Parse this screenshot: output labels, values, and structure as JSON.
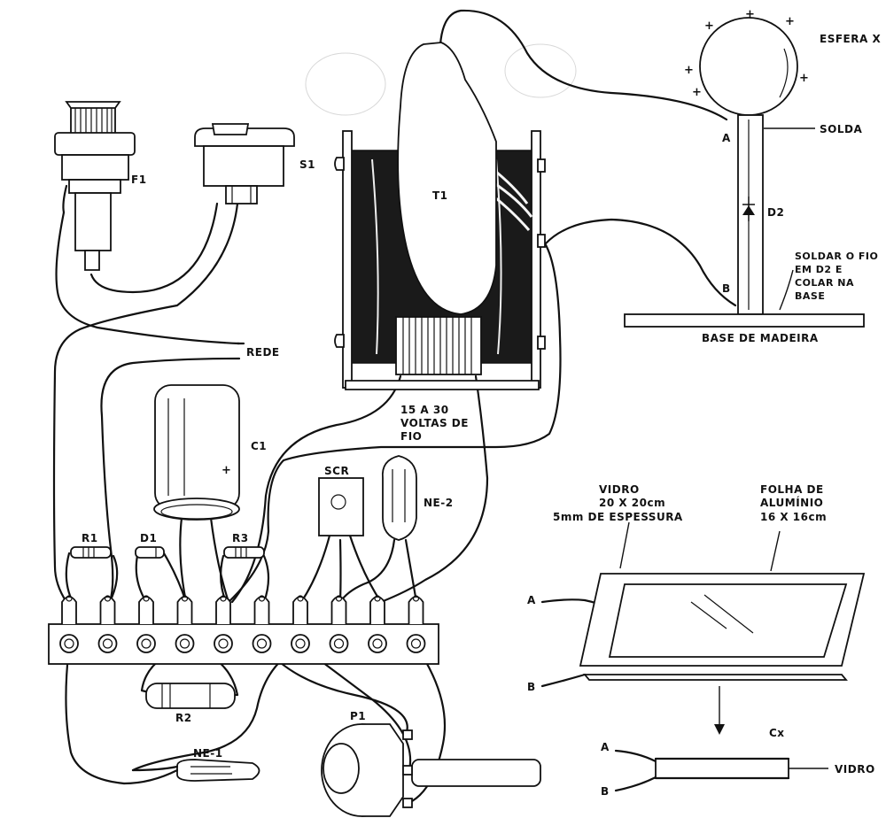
{
  "labels": {
    "fuse": "F1",
    "switch": "S1",
    "mains": "REDE",
    "transformer": "T1",
    "winding_note": [
      "15 A 30",
      "VOLTAS DE",
      "FIO"
    ],
    "capacitor": "C1",
    "cap_polarity": "+",
    "scr": "SCR",
    "neon2": "NE-2",
    "r1": "R1",
    "d1": "D1",
    "r3": "R3",
    "r2": "R2",
    "pot": "P1",
    "neon1": "NE-1",
    "sphere": "ESFERA X",
    "solder": "SOLDA",
    "diode2": "D2",
    "term_a": "A",
    "term_b": "B",
    "solder_note": [
      "SOLDAR O FIO",
      "EM D2 E",
      "COLAR NA",
      "BASE"
    ],
    "wood_base": "BASE DE MADEIRA",
    "glass_note": [
      "VIDRO",
      "20 X 20cm",
      "5mm DE ESPESSURA"
    ],
    "foil_note": [
      "FOLHA DE",
      "ALUMÍNIO",
      "16 X 16cm"
    ],
    "cx": "Cx",
    "glass": "VIDRO",
    "charge_sign": "+"
  }
}
